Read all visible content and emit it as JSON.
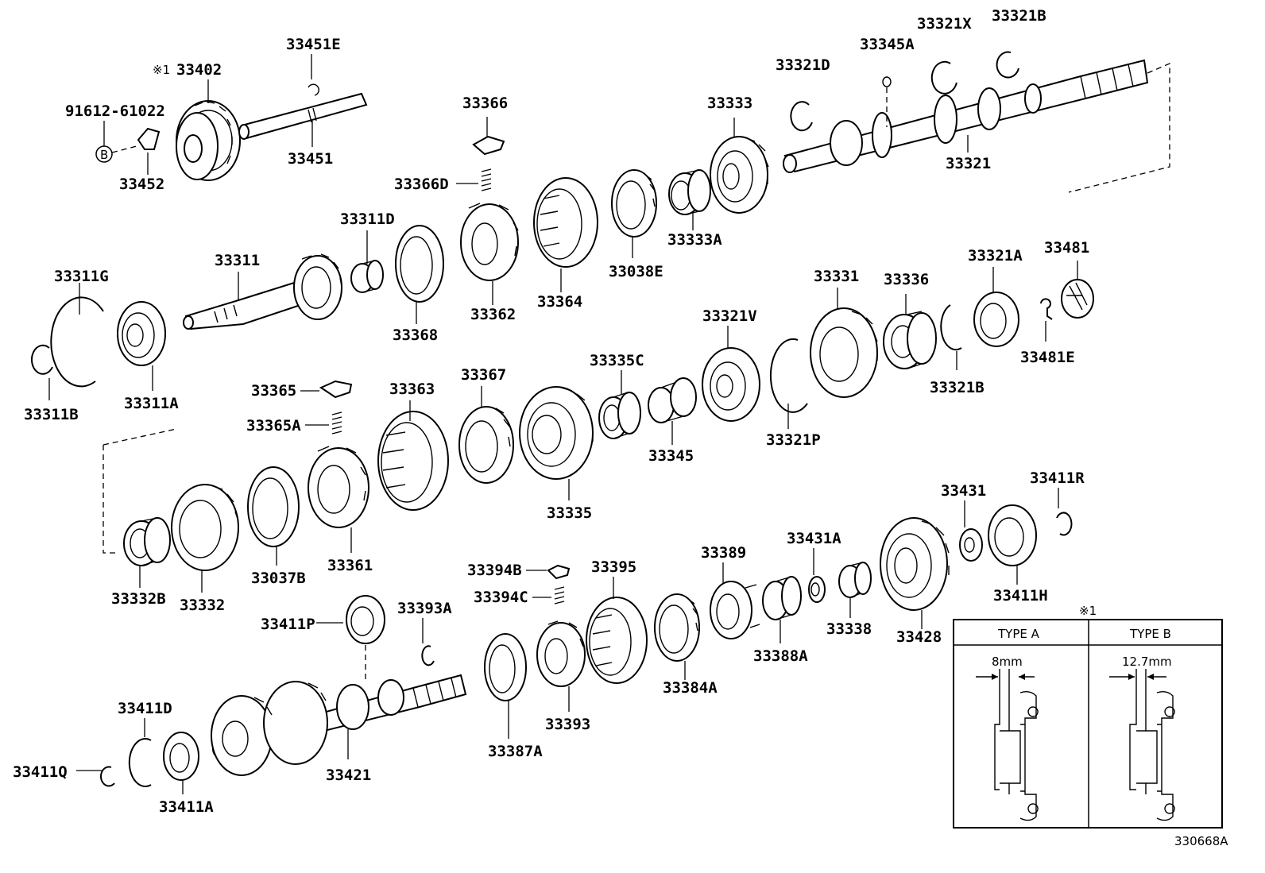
{
  "diagram_id": "330668A",
  "labels": {
    "l91612": "91612-61022",
    "l33452": "33452",
    "l33402": "33402",
    "note_mark": "※1",
    "l33451E": "33451E",
    "l33451": "33451",
    "l33366": "33366",
    "l33366D": "33366D",
    "l33333": "33333",
    "l33321D": "33321D",
    "l33345A": "33345A",
    "l33321X": "33321X",
    "l33321B_top": "33321B",
    "l33321": "33321",
    "l33311D": "33311D",
    "l33311": "33311",
    "l33311G": "33311G",
    "l33311B": "33311B",
    "l33311A": "33311A",
    "l33368": "33368",
    "l33362": "33362",
    "l33364": "33364",
    "l33038E": "33038E",
    "l33333A": "33333A",
    "l33331": "33331",
    "l33336": "33336",
    "l33321A": "33321A",
    "l33481": "33481",
    "l33481E": "33481E",
    "l33321B_mid": "33321B",
    "l33321V": "33321V",
    "l33321P": "33321P",
    "l33335C": "33335C",
    "l33345": "33345",
    "l33367": "33367",
    "l33335": "33335",
    "l33363": "33363",
    "l33365": "33365",
    "l33365A": "33365A",
    "l33361": "33361",
    "l33037B": "33037B",
    "l33332": "33332",
    "l33332B": "33332B",
    "l33431": "33431",
    "l33411R": "33411R",
    "l33431A": "33431A",
    "l33411H": "33411H",
    "l33428": "33428",
    "l33338": "33338",
    "l33388A": "33388A",
    "l33389": "33389",
    "l33384A": "33384A",
    "l33395": "33395",
    "l33394B": "33394B",
    "l33394C": "33394C",
    "l33393": "33393",
    "l33393A": "33393A",
    "l33387A": "33387A",
    "l33411P": "33411P",
    "l33421": "33421",
    "l33411D": "33411D",
    "l33411Q": "33411Q",
    "l33411A": "33411A"
  },
  "marker_b": "B",
  "inset": {
    "mark": "※1",
    "type_a": "TYPE A",
    "type_b": "TYPE B",
    "dim_a": "8mm",
    "dim_b": "12.7mm"
  }
}
